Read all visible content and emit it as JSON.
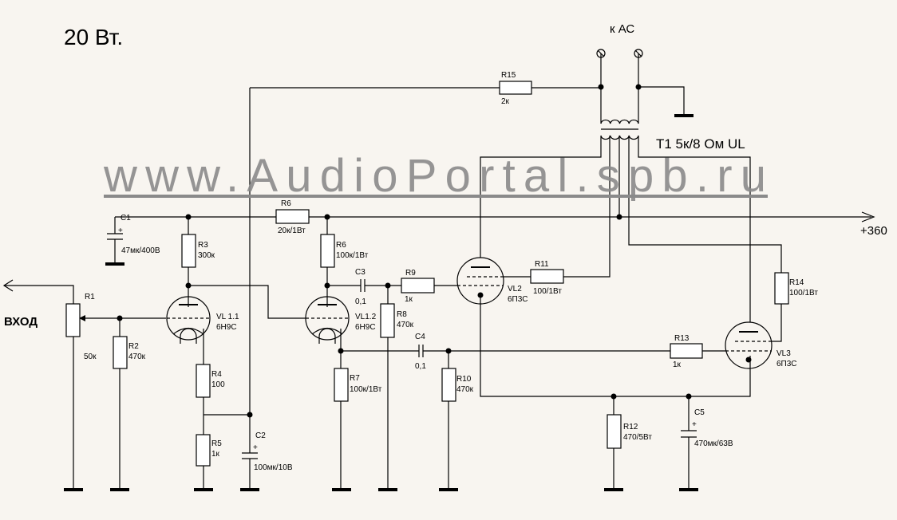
{
  "title": "20 Вт.",
  "watermark": "www.AudioPortal.spb.ru",
  "input_label": "ВХОД",
  "speaker_label": "к АС",
  "transformer_label": "T1 5к/8 Ом UL",
  "supply_label": "+360",
  "colors": {
    "background": "#f8f5f0",
    "watermark": "#8a8a8a",
    "wire": "#000000"
  },
  "c": {
    "C1": {
      "ref": "C1",
      "value": "47мк/400В",
      "polarity": "+"
    },
    "C2": {
      "ref": "C2",
      "value": "100мк/10В",
      "polarity": "+"
    },
    "C3": {
      "ref": "C3",
      "value": "0,1"
    },
    "C4": {
      "ref": "C4",
      "value": "0,1"
    },
    "C5": {
      "ref": "C5",
      "value": "470мк/63В",
      "polarity": "+"
    },
    "R1": {
      "ref": "R1",
      "value": "50к"
    },
    "R2": {
      "ref": "R2",
      "value": "470к"
    },
    "R3": {
      "ref": "R3",
      "value": "300к"
    },
    "R4": {
      "ref": "R4",
      "value": "100"
    },
    "R5": {
      "ref": "R5",
      "value": "1к"
    },
    "R6a": {
      "ref": "R6",
      "value": "20к/1Вт"
    },
    "R6b": {
      "ref": "R6",
      "value": "100к/1Вт"
    },
    "R7": {
      "ref": "R7",
      "value": "100к/1Вт"
    },
    "R8": {
      "ref": "R8",
      "value": "470к"
    },
    "R9": {
      "ref": "R9",
      "value": "1к"
    },
    "R10": {
      "ref": "R10",
      "value": "470к"
    },
    "R11": {
      "ref": "R11",
      "value": "100/1Вт"
    },
    "R12": {
      "ref": "R12",
      "value": "470/5Вт"
    },
    "R13": {
      "ref": "R13",
      "value": "1к"
    },
    "R14": {
      "ref": "R14",
      "value": "100/1Вт"
    },
    "R15": {
      "ref": "R15",
      "value": "2к"
    },
    "VL11": {
      "ref": "VL 1.1",
      "value": "6Н9С"
    },
    "VL12": {
      "ref": "VL1.2",
      "value": "6Н9С"
    },
    "VL2": {
      "ref": "VL2",
      "value": "6П3С"
    },
    "VL3": {
      "ref": "VL3",
      "value": "6П3С"
    }
  }
}
